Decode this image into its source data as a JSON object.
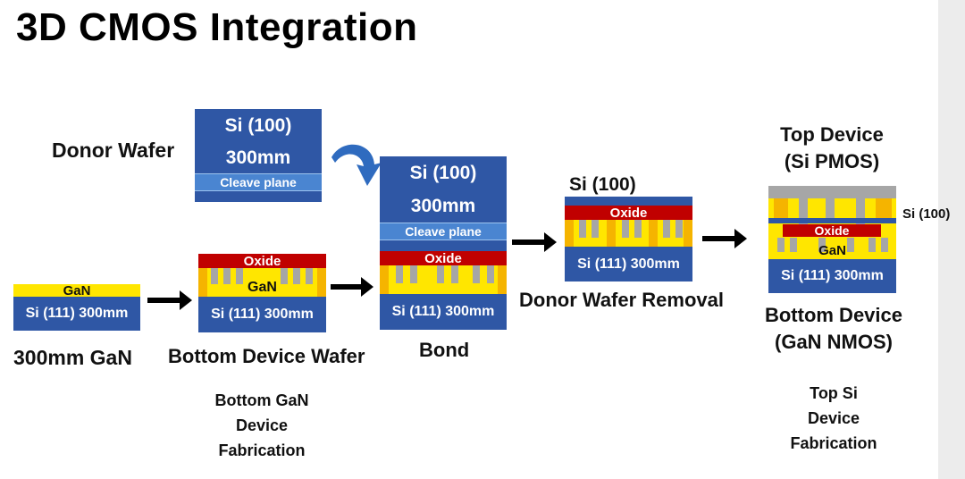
{
  "title": "3D CMOS Integration",
  "labels": {
    "donor_wafer": "Donor Wafer",
    "gan_300": "300mm GaN",
    "bottom_device_wafer": "Bottom Device Wafer",
    "bond": "Bond",
    "donor_wafer_removal": "Donor Wafer Removal",
    "top_device": "Top Device",
    "top_device_type": "(Si PMOS)",
    "bottom_device": "Bottom Device",
    "bottom_device_type": "(GaN NMOS)",
    "si100_top": "Si (100)",
    "si100_side": "Si (100)"
  },
  "layers": {
    "si100": "Si (100)",
    "mm300": "300mm",
    "cleave_plane": "Cleave plane",
    "gan": "GaN",
    "si111": "Si (111) 300mm",
    "oxide": "Oxide"
  },
  "steps": {
    "bottom_fab": [
      "Bottom GaN",
      "Device",
      "Fabrication"
    ],
    "top_fab": [
      "Top Si",
      "Device",
      "Fabrication"
    ]
  },
  "colors": {
    "si": "#2f57a5",
    "gan": "#ffe600",
    "oxide": "#c00000",
    "cleave": "#4a85d1"
  }
}
